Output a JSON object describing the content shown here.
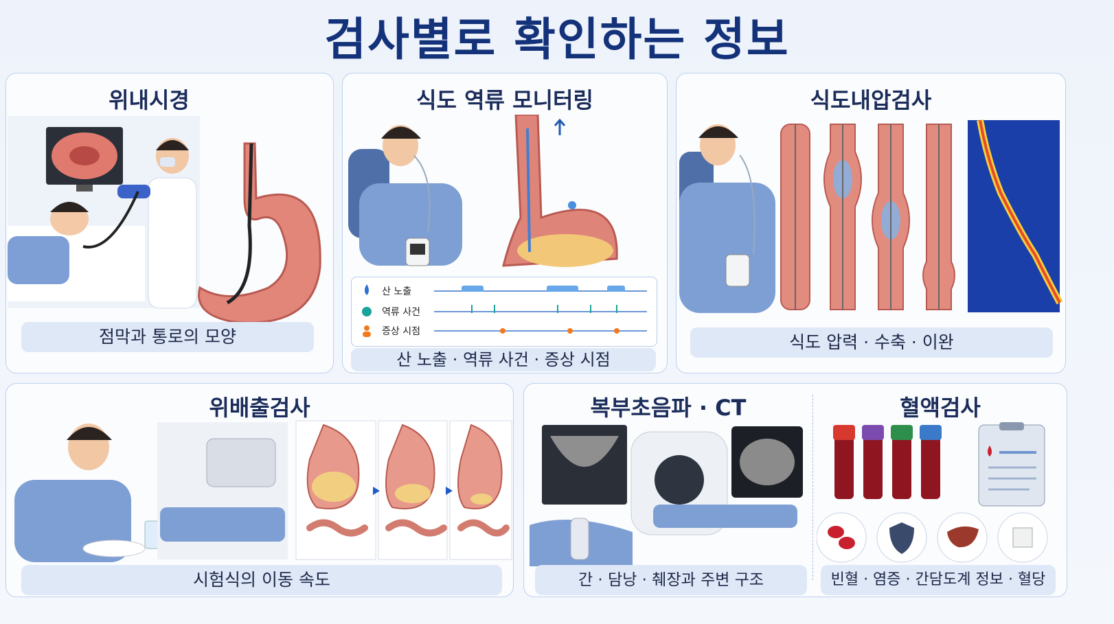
{
  "title": "검사별로 확인하는 정보",
  "panels": {
    "endoscopy": {
      "title": "위내시경",
      "caption": "점막과 통로의 모양"
    },
    "reflux": {
      "title": "식도 역류 모니터링",
      "caption": "산 노출 · 역류 사건 · 증상 시점",
      "legend": [
        {
          "label": "산 노출",
          "icon": "droplet-icon",
          "color": "#2b6fd0"
        },
        {
          "label": "역류 사건",
          "icon": "circle-icon",
          "color": "#1aa39a"
        },
        {
          "label": "증상 시점",
          "icon": "person-icon",
          "color": "#f07a20"
        }
      ]
    },
    "manometry": {
      "title": "식도내압검사",
      "caption": "식도 압력 · 수축 · 이완"
    },
    "emptying": {
      "title": "위배출검사",
      "caption": "시험식의 이동 속도"
    },
    "imaging": {
      "title": "복부초음파 · CT",
      "caption": "간 · 담낭 · 췌장과 주변 구조"
    },
    "blood": {
      "title": "혈액검사",
      "caption": "빈혈 · 염증 · 간담도계 정보 · 혈당",
      "tubes": [
        "#d8392f",
        "#7b4bb0",
        "#2e8f4c",
        "#3b79c9"
      ],
      "icons": [
        "red-blood-cells-icon",
        "shield-icon",
        "liver-icon",
        "sugar-cube-icon"
      ]
    }
  },
  "colors": {
    "title": "#14327a",
    "panel_border": "#bcd0ee",
    "caption_bg": "#dfe8f7"
  }
}
